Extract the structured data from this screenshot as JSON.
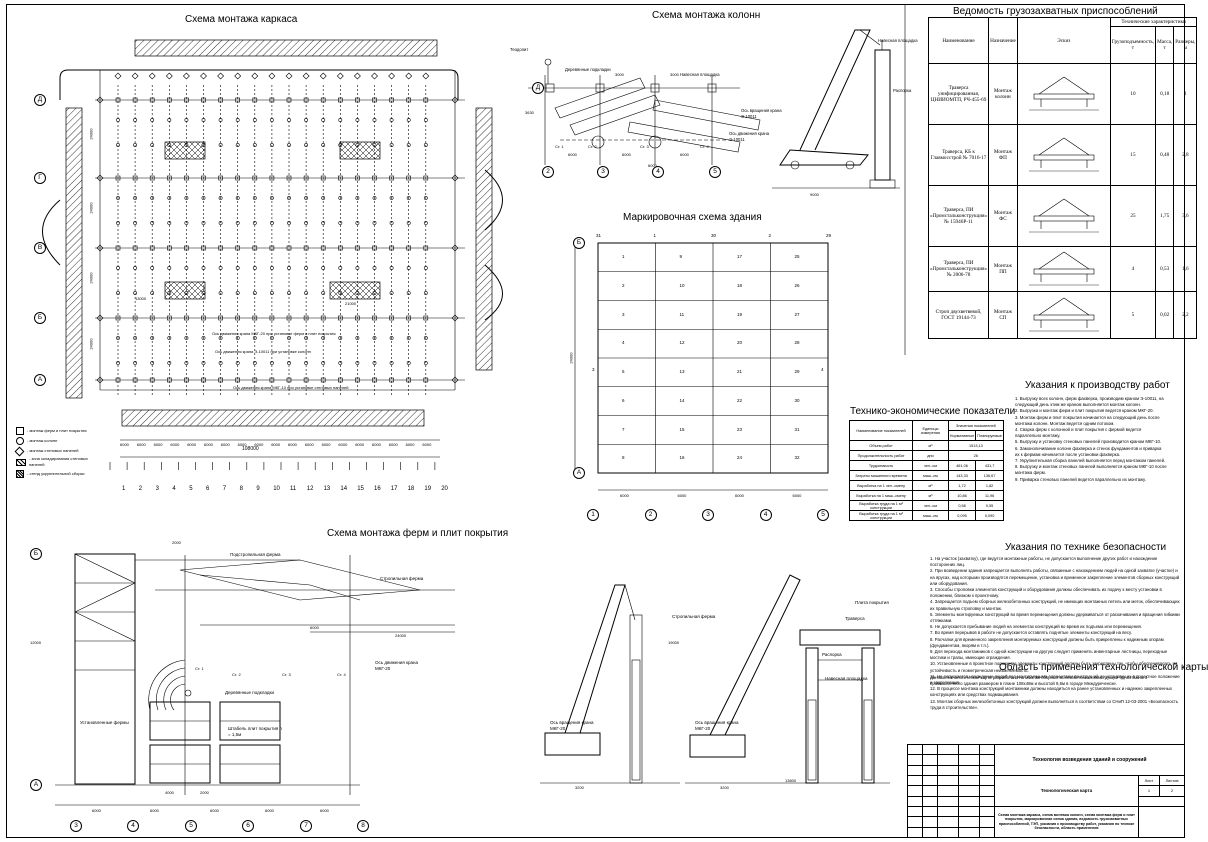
{
  "titles": {
    "frame_scheme": "Схема монтажа каркаса",
    "columns_scheme": "Схема монтажа колонн",
    "marking_scheme": "Маркировочная схема здания",
    "truss_scheme": "Схема монтажа ферм и плит покрытия",
    "slinging_list": "Ведомость грузозахватных приспособлений",
    "teps": "Технико-экономические показатели",
    "work_instructions": "Указания к производству работ",
    "safety": "Указания по технике безопасности",
    "scope": "Область применения технологической карты"
  },
  "frame": {
    "axes_rows": [
      "Д",
      "Г",
      "В",
      "Б",
      "А"
    ],
    "axes_cols": [
      "1",
      "2",
      "3",
      "4",
      "5",
      "6",
      "7",
      "8",
      "9",
      "10",
      "11",
      "12",
      "13",
      "14",
      "15",
      "16",
      "17",
      "18",
      "19",
      "20"
    ],
    "col_step": "6000",
    "total": "108000",
    "span": "24000",
    "dim_13000": "13000",
    "dim_21000": "21000",
    "crane_path_1": "Ось движения крана МКГ-20 при установке ферм и плит покрытия",
    "crane_path_2": "Ось движения крана Э-10011 при установке колонн",
    "crane_path_3": "Ось движения крана МКГ-10 при установке стеновых панелей",
    "legend": [
      "- монтаж ферм и плит покрытия",
      "- монтаж колонн",
      "- монтаж стеновых панелей",
      "- зона складирования стеновых панелей",
      "- стенд укрупнительной сборки"
    ]
  },
  "columns": {
    "axes": [
      "2",
      "3",
      "4",
      "5"
    ],
    "row_axis": "Д",
    "labels": [
      "Теодолит",
      "Деревянные подкладки",
      "Навесная площадка",
      "Ось вращения крана Э-10011",
      "Ось движения крана Э-10011",
      "Навесная площадка",
      "Распорка"
    ],
    "stands": [
      "Ст. 1",
      "Ст. 2",
      "Ст. 3",
      "Ст. 4"
    ],
    "dims": [
      "6000",
      "6000",
      "6000",
      "6000",
      "3000",
      "3000",
      "3630",
      "9000"
    ]
  },
  "marking": {
    "rows": [
      "Б",
      "А"
    ],
    "cols": [
      "1",
      "2",
      "3",
      "4",
      "5"
    ],
    "top_nums": [
      "31",
      "1",
      "30",
      "2",
      "29"
    ],
    "span": "24000",
    "step": "6000",
    "cells": [
      [
        "1",
        "9",
        "17",
        "25"
      ],
      [
        "2",
        "10",
        "18",
        "26"
      ],
      [
        "3",
        "11",
        "19",
        "27"
      ],
      [
        "4",
        "12",
        "20",
        "28"
      ],
      [
        "5",
        "13",
        "21",
        "29"
      ],
      [
        "6",
        "14",
        "22",
        "30"
      ],
      [
        "7",
        "15",
        "23",
        "31"
      ],
      [
        "8",
        "16",
        "24",
        "32"
      ]
    ],
    "side_nums": [
      "3",
      "4"
    ]
  },
  "slinging": {
    "headers": [
      "Наименование",
      "Назначение",
      "Эскиз",
      "Технические характеристики",
      "Грузоподъемность, т",
      "Масса, т",
      "Размеры, м"
    ],
    "rows": [
      {
        "name": "Траверса унифицированная, ЦНИИОМТП, РЧ-455-69",
        "purpose": "Монтаж колонн",
        "load": "10",
        "mass": "0,18",
        "size": "1"
      },
      {
        "name": "Траверса, КБ к Главмосстрой № 7016-17",
        "purpose": "Монтаж ФП",
        "load": "15",
        "mass": "0,48",
        "size": "2,8"
      },
      {
        "name": "Траверса, ПИ «Промстальконструкция» № 15946Р-11",
        "purpose": "Монтаж ФС",
        "load": "25",
        "mass": "1,75",
        "size": "3,6"
      },
      {
        "name": "Траверса, ПИ «Промстальконструкция» № 2006-78",
        "purpose": "Монтаж ПП",
        "load": "4",
        "mass": "0,53",
        "size": "1,6"
      },
      {
        "name": "Строп двухветвевой, ГОСТ 19144-73",
        "purpose": "Монтаж СП",
        "load": "5",
        "mass": "0,02",
        "size": "2,2"
      }
    ]
  },
  "teps": {
    "headers": [
      "Наименование показателей",
      "Единицы измерения",
      "Значения показателей",
      "Нормативные",
      "Планируемые"
    ],
    "rows": [
      [
        "Объем работ",
        "м³",
        "1513,13",
        ""
      ],
      [
        "Продолжительность работ",
        "дни",
        "26",
        ""
      ],
      [
        "Трудоемкость",
        "чел.-см",
        "461,06",
        "431,7"
      ],
      [
        "Затраты машинного времени",
        "маш.-см",
        "143,33",
        "136,67"
      ],
      [
        "Выработка на 1 чел.-смену",
        "м³",
        "1,72",
        "1,82"
      ],
      [
        "Выработка на 1 маш.-смену",
        "м³",
        "10,86",
        "11,96"
      ],
      [
        "Выработка труда на 1 м³ конструкции",
        "чел.-см",
        "0,58",
        "0,55"
      ],
      [
        "Выработка труда на 1 м³ конструкции",
        "маш.-см",
        "0,095",
        "0,090"
      ]
    ]
  },
  "work_instructions_text": [
    "1. Выгрузку всех колонн, ферм фахверка, производим краном Э-10011, на следующий день этим же краном выполняется монтаж колонн.",
    "2. Выгрузка и монтаж ферм и плит покрытия ведется краном МКГ-20.",
    "3. Монтаж ферм и плит покрытия начинается на следующий день после монтажа колонн. Монтаж ведется одним потоком.",
    "4. Сварка ферм с колонной и плит покрытия с фермой ведется параллельно монтажу.",
    "5. Выгрузку и установку стеновых панелей производится краном МКГ-10.",
    "6. Замоноличивание колонн фахверка и стенок фундаментов и приварка их к фермам начинается после установки фахверка.",
    "7. Укрупнительная сборка панелей выполняется перед монтажом панелей.",
    "8. Выгрузку и монтаж стеновых панелей выполняется краном МКГ-10 после монтажа ферм.",
    "9. Приварка стеновых панелей ведется параллельно их монтажу."
  ],
  "safety_text": [
    "1. На участок (захватку), где ведутся монтажные работы, не допускается выполнение других работ и нахождение посторонних лиц.",
    "2. При возведении здания запрещается выполнять работы, связанные с нахождением людей на одной захватке (участке) и на ярусах, над которыми производятся перемещение, установка и временное закрепление элементов сборных конструкций или оборудования.",
    "3. Способы строповки элементов конструкций и оборудования должны обеспечивать их подачу к месту установки в положении, близком к проектному.",
    "4. Запрещается подъем сборных железобетонных конструкций, не имеющих монтажных петель или меток, обеспечивающих их правильную строповку и монтаж.",
    "5. Элементы монтируемых конструкций во время перемещения должны удерживаться от раскачивания и вращения гибкими оттяжками.",
    "6. Не допускается пребывание людей на элементах конструкций во время их подъема или перемещения.",
    "7. Во время перерывов в работе не допускается оставлять поднятые элементы конструкций на весу.",
    "8. Расчалки для временного закрепления монтируемых конструкций должны быть прикреплены к надежным опорам (фундаментам, якорям и т.п.).",
    "9. Для перехода монтажников с одной конструкции на другую следует применять инвентарные лестницы, переходные мостики и трапы, имеющие ограждения.",
    "10. Установленные в проектное положение элементы конструкций должны быть закреплены так, чтобы обеспечивалась их устойчивость и геометрическая неизменяемость.",
    "11. Не допускается нахождение людей под монтируемыми элементами конструкций до установки их в проектное положение и закрепления.",
    "12. В процессе монтажа конструкций монтажники должны находиться на ранее установленных и надежно закрепленных конструкциях или средствах подмащивания.",
    "13. Монтаж сборных железобетонных конструкций должен выполняться в соответствии со СНиП 12-03-2001 «Безопасность труда в строительстве»."
  ],
  "scope_text": "Данная технологическая карта разработана на монтаж сборных железобетонных конструкций одноэтажного промышленного здания размером в плане 108х48м и высотой 9,6м в городе Междуреченске.",
  "truss": {
    "rows": [
      "Б",
      "А"
    ],
    "cols": [
      "3",
      "4",
      "5",
      "6",
      "7",
      "8"
    ],
    "labels": [
      "Подстропильная ферма",
      "Стропильная ферма",
      "Ось движения крана МКГ-20",
      "Деревянные подкладки",
      "Штабель плит покрытия h = 1,5м",
      "Установленные фермы",
      "Стропильная ферма",
      "Ось вращения крана МКГ-20",
      "Ось вращения крана МКГ-20",
      "Плита покрытия",
      "Траверса",
      "Распорка",
      "Навесная площадка"
    ],
    "stands": [
      "Ст. 1",
      "Ст. 2",
      "Ст. 3",
      "Ст. 4"
    ],
    "dims": [
      "24000",
      "6000",
      "12000",
      "6000",
      "6000",
      "6000",
      "6000",
      "6000",
      "4000",
      "2000",
      "3200",
      "3200",
      "13600",
      "19000",
      "2000"
    ]
  },
  "stamp": {
    "project": "Технология возведения зданий и сооружений",
    "doc": "Технологическая карта",
    "desc": "Схема монтажа каркаса, схема монтажа колонн, схема монтажа ферм и плит покрытия, маркировочная схема здания, ведомость грузозахватных приспособлений, ТЭП, указания к производству работ, указания по технике безопасности, область применения",
    "sheet_label": "Лист",
    "sheets_label": "Листов",
    "sheet": "1",
    "sheets": "2"
  }
}
